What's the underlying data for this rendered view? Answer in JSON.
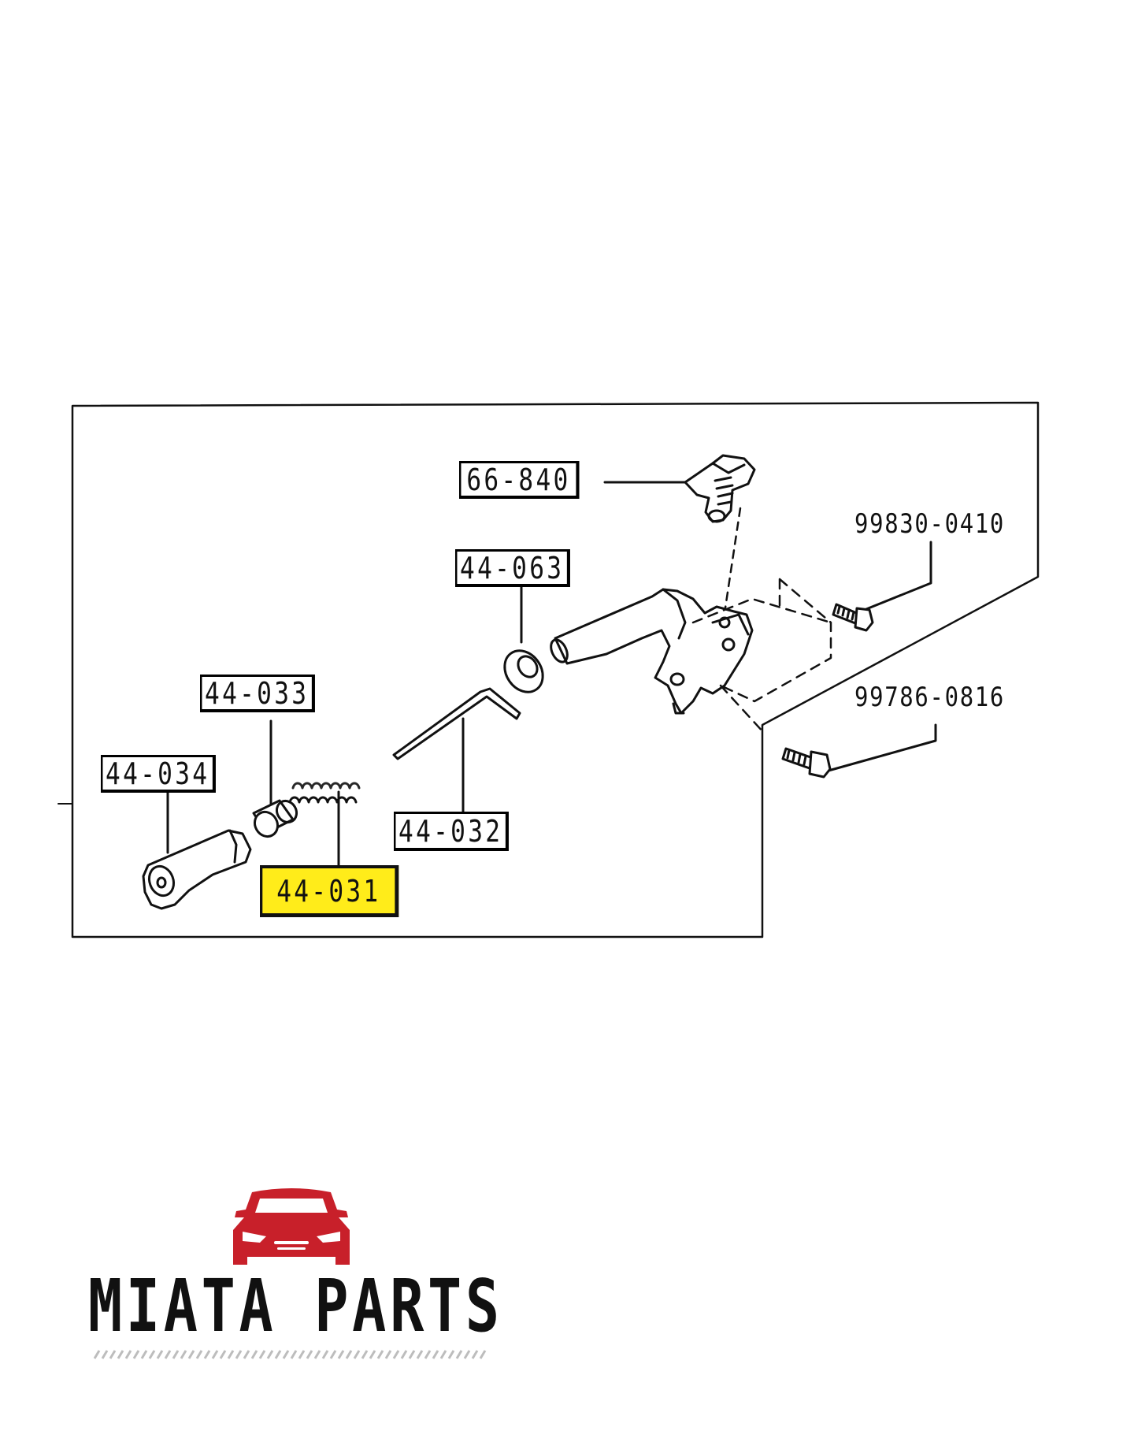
{
  "diagram": {
    "part_labels": {
      "p66840": "66-840",
      "p44063": "44-063",
      "p44033": "44-033",
      "p44034": "44-034",
      "p44032": "44-032",
      "p44031": "44-031",
      "b998300410": "99830-0410",
      "b997860816": "99786-0816"
    },
    "highlight_part": "44-031",
    "highlight_color": "#ffec1a"
  },
  "brand": {
    "name": "MIATA PARTS",
    "logo_color": "#c8202a",
    "logo_icon": "car-front-icon"
  }
}
